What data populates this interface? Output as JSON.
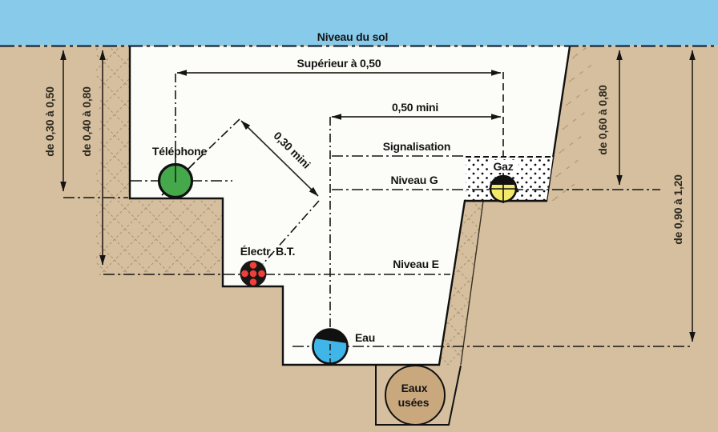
{
  "surface_label": "Niveau du sol",
  "dimensions": {
    "top_spacing": "Supérieur à 0,50",
    "gas_spacing": "0,50 mini",
    "diagonal_spacing": "0,30 mini",
    "left_outer": "de 0,30 à 0,50",
    "left_inner": "de 0,40 à 0,80",
    "right_inner": "de 0,60 à 0,80",
    "right_outer": "de 0,90 à 1,20"
  },
  "levels": {
    "signalisation": "Signalisation",
    "gas": "Niveau G",
    "electricity": "Niveau E"
  },
  "utilities": {
    "telephone": {
      "label": "Téléphone",
      "color": "#45a94b"
    },
    "electricity": {
      "label": "Électr. B.T.",
      "color": "#171717",
      "dot_color": "#ee4038"
    },
    "gas": {
      "label": "Gaz",
      "color": "#f4e968"
    },
    "water": {
      "label": "Eau",
      "color": "#3fb6e7"
    },
    "waste_water": {
      "label_line1": "Eaux",
      "label_line2": "usées",
      "color": "#c9a87e"
    }
  },
  "colors": {
    "sky": "#87cae9",
    "soil": "#d5bf9f",
    "trench": "#fcfcf8",
    "surface_text": "#17497b",
    "ink": "#141414"
  }
}
